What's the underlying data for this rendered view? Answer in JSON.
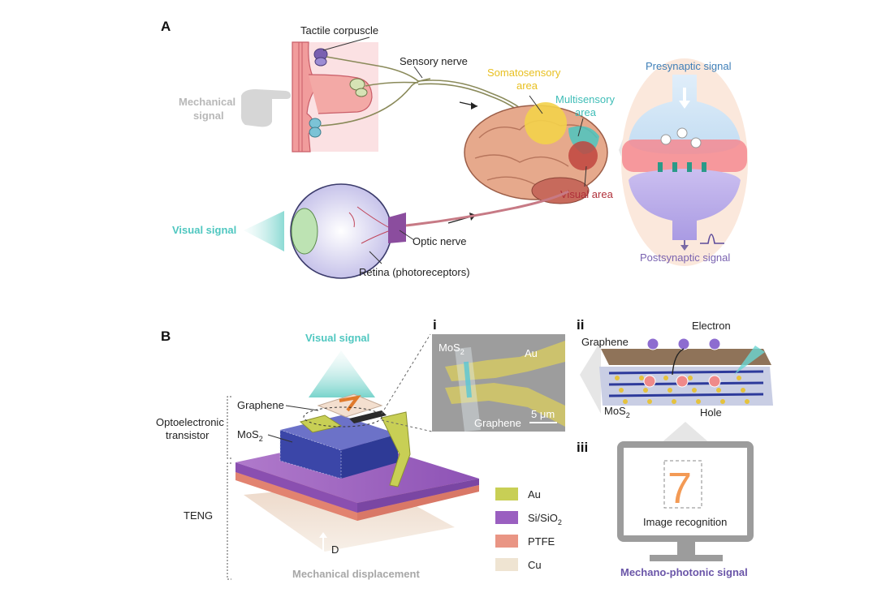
{
  "panelA": {
    "letter": "A",
    "tactile": "Tactile corpuscle",
    "sensory_nerve": "Sensory nerve",
    "mech_signal_1": "Mechanical",
    "mech_signal_2": "signal",
    "somato_1": "Somatosensory",
    "somato_2": "area",
    "multi_1": "Multisensory",
    "multi_2": "area",
    "visual_area": "Visual area",
    "visual_signal": "Visual signal",
    "optic_nerve": "Optic nerve",
    "retina": "Retina (photoreceptors)",
    "presynaptic": "Presynaptic signal",
    "postsynaptic": "Postsynaptic signal"
  },
  "panelB": {
    "letter": "B",
    "visual_signal": "Visual signal",
    "graphene": "Graphene",
    "mos2": "MoS",
    "mos2_sub": "2",
    "opto_1": "Optoelectronic",
    "opto_2": "transistor",
    "teng": "TENG",
    "d": "D",
    "mech_disp": "Mechanical displacement",
    "legend": [
      {
        "label": "Au",
        "sub": "",
        "color": "#c8cf55"
      },
      {
        "label": "Si/SiO",
        "sub": "2",
        "color": "#9a5fc0"
      },
      {
        "label": "PTFE",
        "sub": "",
        "color": "#e99584"
      },
      {
        "label": "Cu",
        "sub": "",
        "color": "#efe4d2"
      }
    ],
    "inset_i": "i",
    "inset_i_mos": "MoS",
    "inset_i_mos_sub": "2",
    "inset_i_au": "Au",
    "inset_i_graphene": "Graphene",
    "inset_i_scale": "5 μm",
    "inset_ii": "ii",
    "ii_graphene": "Graphene",
    "ii_electron": "Electron",
    "ii_mos": "MoS",
    "ii_mos_sub": "2",
    "ii_hole": "Hole",
    "inset_iii": "iii",
    "iii_digit": "7",
    "iii_caption": "Image recognition",
    "mp_signal": "Mechano-photonic signal"
  }
}
